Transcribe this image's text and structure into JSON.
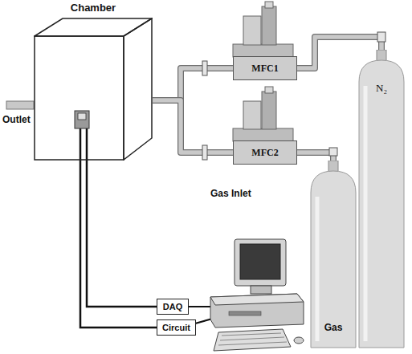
{
  "diagram": {
    "nodes": [
      {
        "text": [
          "Chamber"
        ]
      },
      {
        "text": [
          "MFC1"
        ]
      },
      {
        "text": [
          "MFC2"
        ]
      },
      {
        "text": [
          "N₂"
        ]
      },
      {
        "text": [
          "Gas"
        ]
      },
      {
        "text": [
          "DAQ"
        ]
      },
      {
        "text": [
          "Circuit"
        ]
      }
    ],
    "edges": [
      {
        "from": 1,
        "to": 0,
        "arrow": "none"
      },
      {
        "from": 2,
        "to": 0,
        "arrow": "none"
      },
      {
        "from": 3,
        "to": 1,
        "arrow": "none"
      },
      {
        "from": 4,
        "to": 2,
        "arrow": "none"
      },
      {
        "from": 0,
        "to": 5,
        "arrow": "none"
      },
      {
        "from": 0,
        "to": 6,
        "arrow": "none"
      }
    ],
    "labels": [
      "Outlet",
      "Gas Inlet"
    ]
  }
}
